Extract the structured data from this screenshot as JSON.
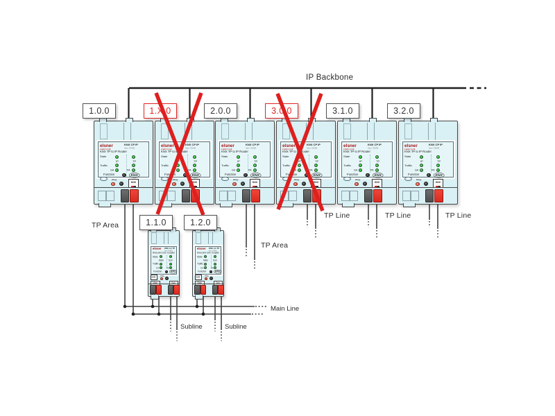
{
  "annotations": {
    "backbone": "IP Backbone",
    "tp_area": "TP Area",
    "tp_line": "TP Line",
    "main_line": "Main Line",
    "subline": "Subline"
  },
  "devices": {
    "routers": [
      {
        "address": "1.0.0",
        "crossed": false
      },
      {
        "address": "1.X.0",
        "crossed": true
      },
      {
        "address": "2.0.0",
        "crossed": false
      },
      {
        "address": "3.0.0",
        "crossed": true
      },
      {
        "address": "3.1.0",
        "crossed": false
      },
      {
        "address": "3.2.0",
        "crossed": false
      }
    ],
    "couplers": [
      {
        "address": "1.1.0"
      },
      {
        "address": "1.2.0"
      }
    ]
  },
  "router_panel": {
    "brand": "elsner",
    "brand_sub": "elektronik",
    "model": "KNX CP IP",
    "item": "Item 70540",
    "subtitle": "KNX TP to IP Router",
    "state": "State",
    "ip": "IP",
    "tp": "TP",
    "traffic": "Traffic",
    "ga": "GA",
    "pa": "PA",
    "function": "Function",
    "prg": "PRG",
    "knx": "KNX"
  },
  "coupler_panel": {
    "brand": "elsner",
    "model": "KNX LC TP",
    "item": "Item 70549",
    "subtitle": "Area and Line Coupler",
    "state": "State",
    "main": "Main",
    "sub": "Sub",
    "traffic": "Traffic",
    "ga": "GA",
    "pa": "PA",
    "function": "Function",
    "prg": "PRG",
    "knx": "KNX",
    "main_terminal": "Main",
    "sub_terminal": "Sub"
  },
  "colors": {
    "device_body": "#d9f0f4",
    "led_green": "#1dc424",
    "prg_led_red": "#ee5f4a",
    "terminal_red": "#d92a20",
    "terminal_gray": "#5c5c5c",
    "cross_red": "#de1f1f",
    "alert_red": "#e02424",
    "wire": "#3f3f3f",
    "backbone": "#1f1f1f"
  }
}
